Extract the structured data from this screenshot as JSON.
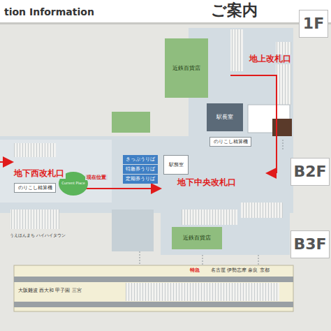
{
  "diagram": {
    "title": "ご案内",
    "nodes": [
      {
        "text": [
          "1F"
        ]
      },
      {
        "text": [
          "B2F"
        ]
      },
      {
        "text": [
          "B3F"
        ]
      },
      {
        "text": [
          "近鉄百貨店"
        ]
      },
      {
        "text": [
          "駅長室"
        ]
      },
      {
        "text": [
          "きっぷうりば"
        ]
      },
      {
        "text": [
          "特急券うりば"
        ]
      },
      {
        "text": [
          "定期券うりば"
        ]
      },
      {
        "text": [
          "駅務室"
        ]
      },
      {
        "text": [
          "Current Place"
        ]
      },
      {
        "text": [
          "近鉄百貨店"
        ]
      },
      {
        "text": [
          "のりこし精算機"
        ]
      },
      {
        "text": [
          "のりこし精算機"
        ]
      }
    ],
    "labels": [
      "tion Information",
      "地上改札口",
      "地下西改札口",
      "地下中央改札口",
      "現在位置",
      "うえほんまち ハイハイタウン",
      "大阪難波 西大和 甲子園 三宮",
      "名古屋 伊勢志摩 奈良 京都",
      "特急"
    ]
  }
}
